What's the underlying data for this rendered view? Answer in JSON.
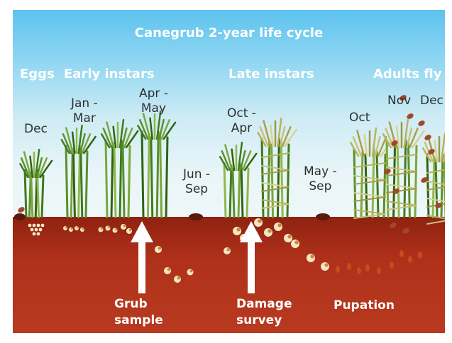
{
  "title": "Canegrub 2-year life cycle",
  "stages": {
    "eggs": "Eggs",
    "early_instars": "Early instars",
    "late_instars": "Late instars",
    "adults_fly": "Adults fly"
  },
  "months": {
    "dec1": "Dec",
    "jan_mar_a": "Jan -",
    "jan_mar_b": "Mar",
    "apr_may_a": "Apr -",
    "apr_may_b": "May",
    "jun_sep_a": "Jun -",
    "jun_sep_b": "Sep",
    "oct_apr_a": "Oct -",
    "oct_apr_b": "Apr",
    "may_sep_a": "May -",
    "may_sep_b": "Sep",
    "oct": "Oct",
    "nov": "Nov",
    "dec2": "Dec"
  },
  "annotations": {
    "grub_sample_a": "Grub",
    "grub_sample_b": "sample",
    "damage_survey_a": "Damage",
    "damage_survey_b": "survey",
    "pupation": "Pupation"
  },
  "colors": {
    "sky_top": "#5cc2ee",
    "soil": "#a52a14",
    "cane_green": "#5a8f2a",
    "grub": "#f3e6c4",
    "beetle": "#a0482a"
  }
}
